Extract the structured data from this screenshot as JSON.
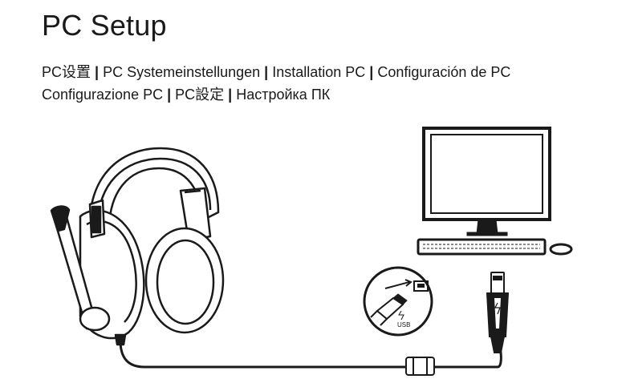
{
  "page": {
    "title": "PC Setup",
    "line1": [
      "PC设置",
      "PC Systemeinstellungen",
      "Installation PC",
      "Configuración de PC"
    ],
    "line2": [
      "Configurazione PC",
      "PC設定",
      "Настройка ПК"
    ],
    "separator": "|",
    "usb_label": "USB"
  },
  "icons": [
    "headset-icon",
    "computer-monitor-icon",
    "keyboard-icon",
    "mouse-icon",
    "usb-plug-icon",
    "usb-port-callout-icon",
    "inline-cable-clip-icon"
  ],
  "colors": {
    "ink": "#1a1a1a",
    "background": "#ffffff"
  }
}
